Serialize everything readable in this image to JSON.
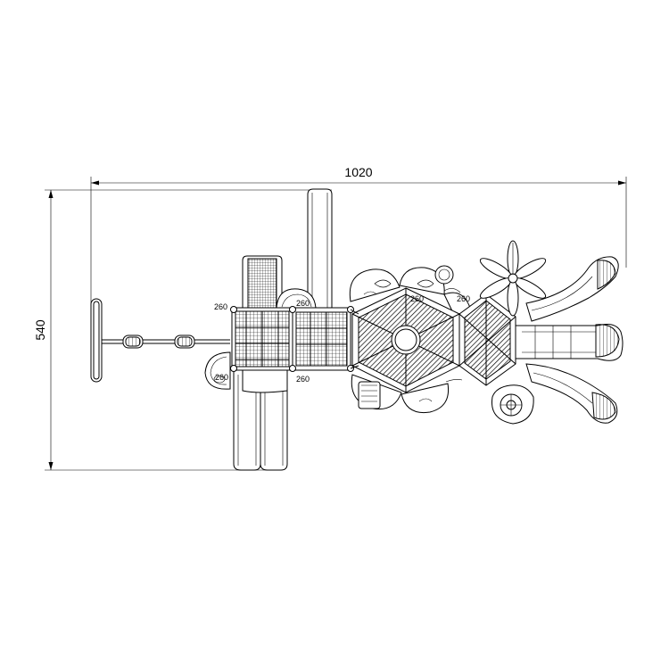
{
  "dimensions": {
    "width_label": "1020",
    "height_label": "540"
  },
  "post_labels": {
    "top_left": "260",
    "bottom_left": "260",
    "bottom_mid": "260",
    "top_mid": "260",
    "hex_top": "260",
    "hex_right": "260"
  },
  "colors": {
    "line": "#000000",
    "background": "#ffffff"
  }
}
